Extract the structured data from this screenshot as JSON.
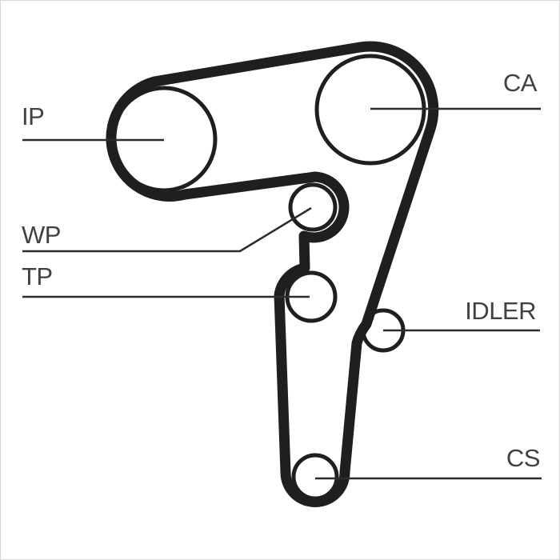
{
  "diagram": {
    "name": "timing-belt-routing-diagram",
    "labels": {
      "ip": "IP",
      "wp": "WP",
      "tp": "TP",
      "ca": "CA",
      "idler": "IDLER",
      "cs": "CS"
    },
    "pulleys": [
      {
        "id": "ip",
        "label": "IP"
      },
      {
        "id": "ca",
        "label": "CA"
      },
      {
        "id": "wp",
        "label": "WP"
      },
      {
        "id": "tp",
        "label": "TP"
      },
      {
        "id": "idler",
        "label": "IDLER"
      },
      {
        "id": "cs",
        "label": "CS"
      }
    ]
  },
  "colors": {
    "background": "#ffffff",
    "border": "#d8d8d8",
    "belt": "#1f1f1f",
    "pulley_stroke": "#1f1f1f",
    "leader_line": "#2c2c2e",
    "label_text": "#404045"
  }
}
